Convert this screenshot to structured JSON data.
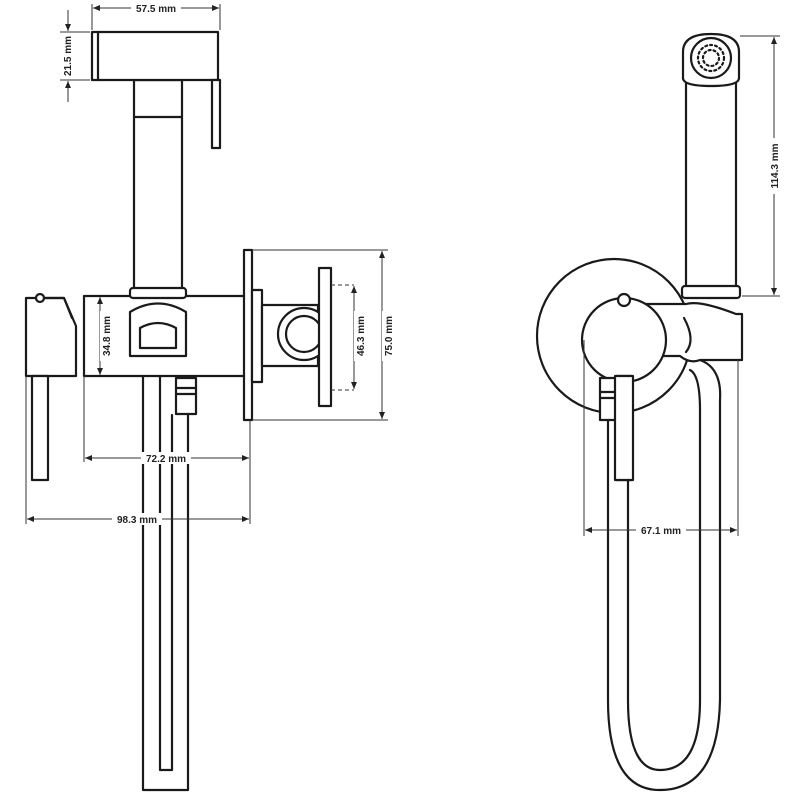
{
  "drawing": {
    "dims": {
      "spray_width": "57.5 mm",
      "spray_height": "21.5 mm",
      "body_height": "34.8 mm",
      "holder_spacing": "46.3 mm",
      "plate_height": "75.0 mm",
      "body_depth": "72.2 mm",
      "overall_depth": "98.3 mm",
      "handset_length": "114.3 mm",
      "front_width": "67.1 mm"
    }
  }
}
